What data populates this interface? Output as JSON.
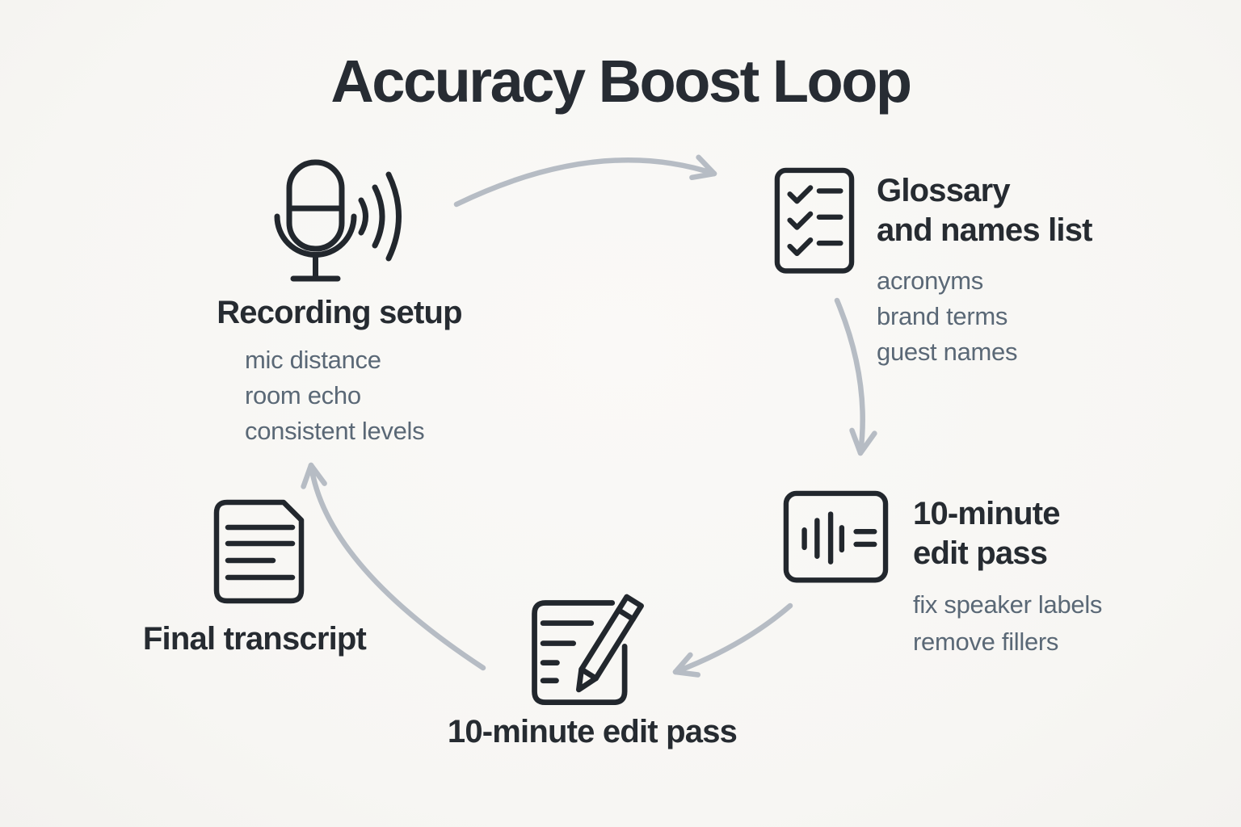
{
  "title": "Accuracy Boost Loop",
  "colors": {
    "background": "#f8f7f4",
    "heading_text": "#262b31",
    "sub_text": "#5a6876",
    "icon_stroke": "#22272d",
    "arrow": "#b6bcc4"
  },
  "nodes": {
    "recording_setup": {
      "icon": "microphone-icon",
      "label": "Recording setup",
      "items": [
        "mic distance",
        "room echo",
        "consistent levels"
      ]
    },
    "glossary": {
      "icon": "checklist-icon",
      "label_lines": [
        "Glossary",
        "and names list"
      ],
      "items": [
        "acronyms",
        "brand terms",
        "guest names"
      ]
    },
    "edit_pass_right": {
      "icon": "soundwave-icon",
      "label_lines": [
        "10-minute",
        "edit pass"
      ],
      "items": [
        "fix speaker labels",
        "remove fillers"
      ]
    },
    "edit_pass_bottom": {
      "icon": "edit-document-icon",
      "label": "10-minute edit pass"
    },
    "final_transcript": {
      "icon": "document-icon",
      "label": "Final transcript"
    }
  },
  "arrows": [
    {
      "from": "recording_setup",
      "to": "glossary"
    },
    {
      "from": "glossary",
      "to": "edit_pass_right"
    },
    {
      "from": "edit_pass_right",
      "to": "edit_pass_bottom"
    },
    {
      "from": "edit_pass_bottom",
      "to": "recording_setup"
    }
  ]
}
